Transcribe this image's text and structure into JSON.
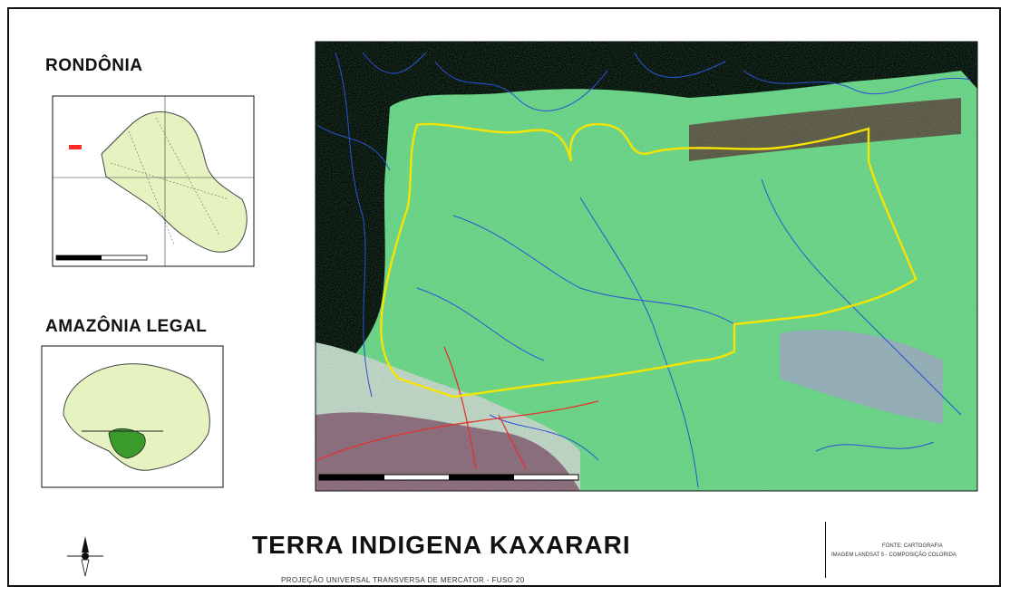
{
  "map": {
    "title": "TERRA INDIGENA KAXARARI",
    "subtitle": "PROJEÇÃO UNIVERSAL TRANSVERSA DE MERCATOR - FUSO 20",
    "inset_rondonia_title": "RONDÔNIA",
    "inset_amazonia_title": "AMAZÔNIA LEGAL",
    "credits_line1": "FONTE: CARTOGRAFIA",
    "credits_line2": "IMAGEM LANDSAT 5 - COMPOSIÇÃO COLORIDA",
    "icons": [
      "north-arrow-icon"
    ],
    "colors": {
      "boundary": "#f5e400",
      "rivers": "#2b52d6",
      "roads": "#e8312a",
      "forest": "#6fd88a",
      "clearing": "#5a1f2a",
      "outside": "#000000",
      "state_fill": "#e4f3c0",
      "highlight_state": "#3a9a2a",
      "location_marker": "#ff2a2a"
    }
  }
}
